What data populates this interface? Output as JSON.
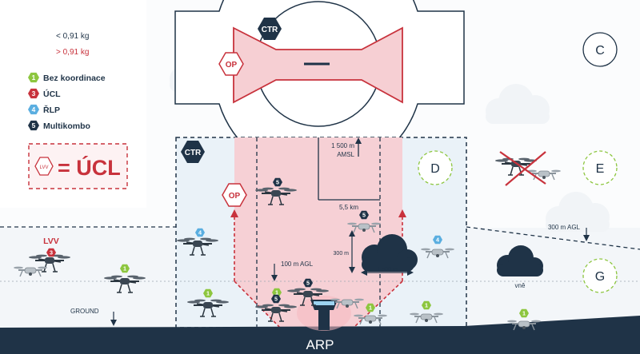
{
  "legend": {
    "weight_small": "< 0,91 kg",
    "weight_large": "> 0,91 kg",
    "items": [
      {
        "badge": "1",
        "label": "Bez koordinace",
        "color": "#8dc63f"
      },
      {
        "badge": "3",
        "label": "ÚCL",
        "color": "#c8323c"
      },
      {
        "badge": "4",
        "label": "ŘLP",
        "color": "#5aaee0"
      },
      {
        "badge": "5",
        "label": "Multikombo",
        "color": "#1f3347"
      }
    ],
    "equation_left": "LVV",
    "equation_right": "= ÚCL"
  },
  "zones": {
    "ctr_top": "CTR",
    "op_top": "OP",
    "ctr_mid": "CTR",
    "op_mid": "OP",
    "class_c": "C",
    "class_d": "D",
    "class_e": "E",
    "class_g": "G"
  },
  "labels": {
    "amsl_value": "1 500 m",
    "amsl_unit": "AMSL",
    "distance_55": "5,5 km",
    "agl_300_right": "300 m AGL",
    "agl_300_vertical": "300 m",
    "agl_100": "100 m AGL",
    "dist_1500": "1 500 m",
    "outside": "vně",
    "ground": "GROUND",
    "arp": "ARP",
    "lvv": "LVV"
  },
  "badges": {
    "lvv_drone": "3",
    "left_green": "1",
    "blue_left": "4",
    "blue_right": "4",
    "ground_left_green": "1",
    "ground_mid_green": "1",
    "ground_right_green1": "1",
    "ground_right_green2": "1",
    "ground_far_green": "1",
    "center_top": "5",
    "center_cloud": "5",
    "center_low1": "5",
    "center_low2": "5"
  },
  "colors": {
    "navy": "#1f3347",
    "red": "#c8323c",
    "pink": "#f6cfd3",
    "bluezone": "#e9f2f8",
    "green": "#8dc63f",
    "blue": "#5aaee0"
  }
}
